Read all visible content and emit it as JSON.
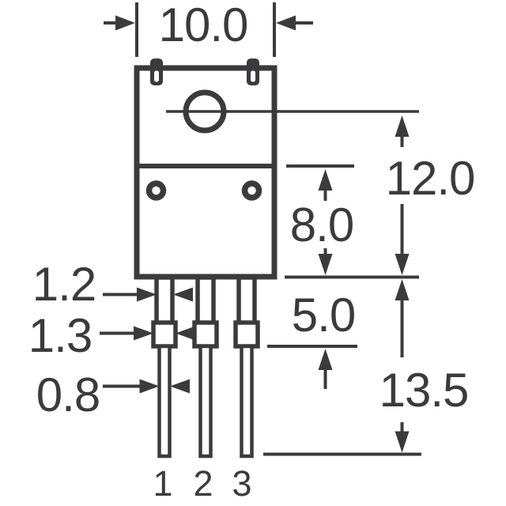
{
  "colors": {
    "ink": "#3b3b3d",
    "background": "#ffffff"
  },
  "dims": {
    "body_width": "10.0",
    "hole_center_to_body_bottom": "12.0",
    "seating_plane_to_body_bottom": "8.0",
    "body_bottom_to_lead_shoulder": "5.0",
    "body_bottom_to_lead_tip": "13.5",
    "lead_upper_width": "1.2",
    "lead_shoulder_width": "1.3",
    "lead_lower_width": "0.8"
  },
  "pins": {
    "p1": "1",
    "p2": "2",
    "p3": "3"
  }
}
